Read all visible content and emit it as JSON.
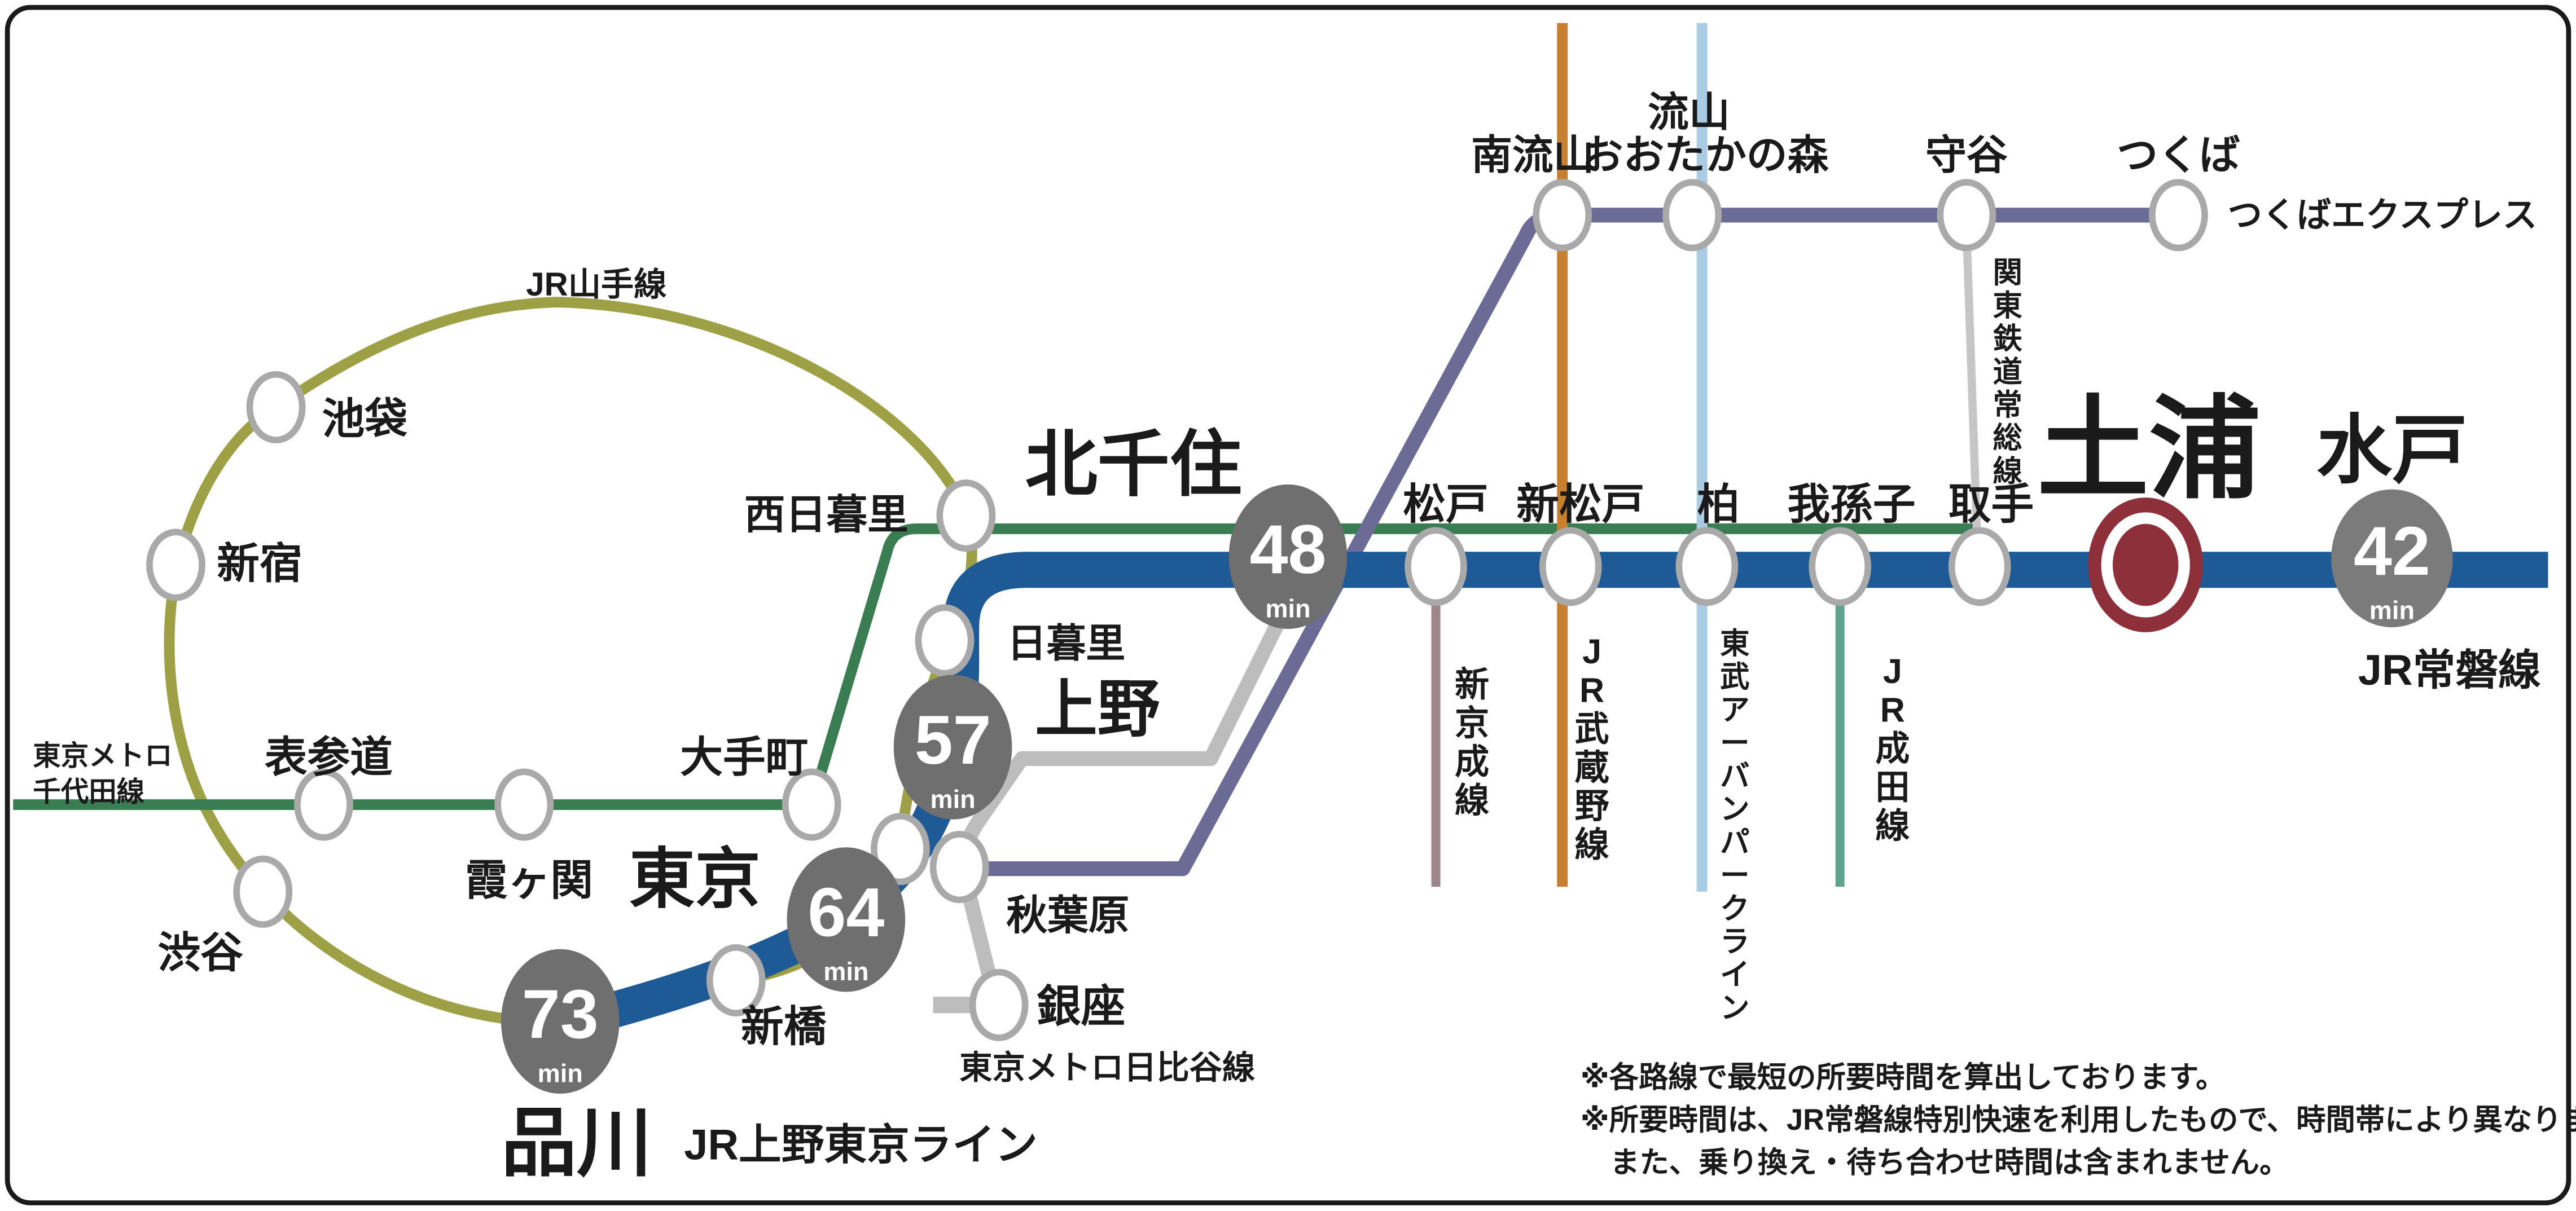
{
  "lines": {
    "yamanote": {
      "label": "JR山手線",
      "color": "#9da044"
    },
    "chiyoda": {
      "label_line1": "東京メトロ",
      "label_line2": "千代田線",
      "color": "#3b7d52"
    },
    "hibiya": {
      "label": "東京メトロ日比谷線",
      "line_color": "#bdbdbd",
      "label_color": "#9e9e9e"
    },
    "ueno_tokyo": {
      "label": "JR上野東京ライン",
      "color": "#1e5a96"
    },
    "joban": {
      "label": "JR常磐線",
      "color": "#1e5a96",
      "label_color": "#21628f"
    },
    "tsukuba_express": {
      "label": "つくばエクスプレス",
      "color": "#6b6b96"
    },
    "shinkeisei": {
      "label": "新京成線",
      "color": "#9c858b"
    },
    "musashino": {
      "label": "JR武蔵野線",
      "color": "#c8802f"
    },
    "tobu_urban_park": {
      "label": "東武アーバンパークライン",
      "line_color": "#a9cbe3",
      "label_color": "#4e8cad"
    },
    "narita": {
      "label": "JR成田線",
      "color": "#5fa38f"
    },
    "kanto_joso": {
      "label": "関東鉄道常総線",
      "line_color": "#c6c6c6",
      "label_color": "#a5a5a5"
    }
  },
  "stations": {
    "ikebukuro": "池袋",
    "shinjuku": "新宿",
    "shibuya": "渋谷",
    "omotesando": "表参道",
    "kasumigaseki": "霞ヶ関",
    "otemachi": "大手町",
    "nishinippori": "西日暮里",
    "nippori": "日暮里",
    "ueno": "上野",
    "akihabara": "秋葉原",
    "ginza": "銀座",
    "tokyo": "東京",
    "shimbashi": "新橋",
    "shinagawa": "品川",
    "kitasenju": "北千住",
    "matsudo": "松戸",
    "shimmatsudo": "新松戸",
    "kashiwa": "柏",
    "abiko": "我孫子",
    "toride": "取手",
    "tsuchiura": "土浦",
    "mito": "水戸",
    "minami_nagareyama": "南流山",
    "nagareyama_otakanomori_line1": "流山",
    "nagareyama_otakanomori_line2": "おおたかの森",
    "moriya": "守谷",
    "tsukuba": "つくば"
  },
  "highlight_station": {
    "name": "土浦",
    "color": "#8e3039"
  },
  "travel_times": {
    "shinagawa": {
      "minutes": "73",
      "unit": "min"
    },
    "tokyo": {
      "minutes": "64",
      "unit": "min"
    },
    "ueno": {
      "minutes": "57",
      "unit": "min"
    },
    "kitasenju": {
      "minutes": "48",
      "unit": "min"
    },
    "mito": {
      "minutes": "42",
      "unit": "min"
    }
  },
  "badges": {
    "color": "#6f6f6f",
    "mito_color": "#7b7b7b",
    "text_color": "#ffffff"
  },
  "notes": [
    "※各路線で最短の所要時間を算出しております。",
    "※所要時間は、JR常磐線特別快速を利用したもので、時間帯により異なります。",
    "また、乗り換え・待ち合わせ時間は含まれません。"
  ]
}
